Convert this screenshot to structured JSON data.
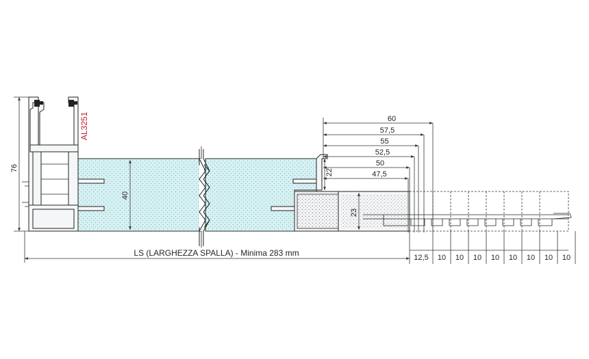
{
  "drawing": {
    "profile_code": "AL3251",
    "colors": {
      "glass_fill": "#d6f1f3",
      "profile_code_color": "#c0202a",
      "line_color": "#222222"
    },
    "dimensions": {
      "height_total": "76",
      "glass_thickness": "40",
      "step_height": "22",
      "frame_thickness": "23",
      "stack": [
        "60",
        "57,5",
        "55",
        "52,5",
        "50",
        "47,5"
      ],
      "bottom_steps": [
        "12,5",
        "10",
        "10",
        "10",
        "10",
        "10",
        "10",
        "10",
        "10"
      ]
    },
    "caption": "LS (LARGHEZZA SPALLA) - Minima 283 mm"
  }
}
